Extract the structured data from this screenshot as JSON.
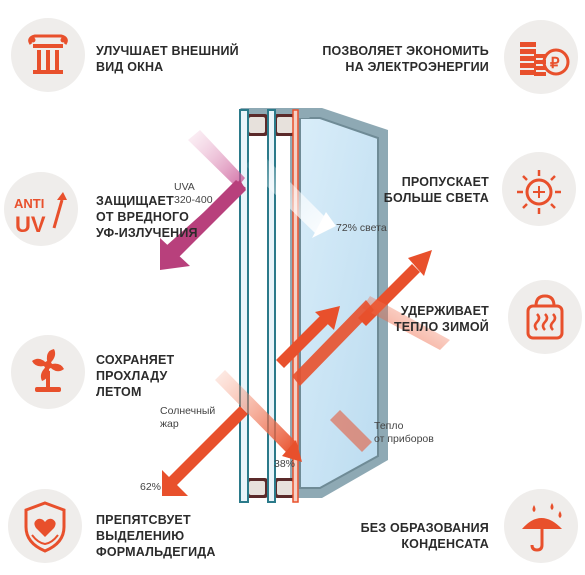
{
  "features_left": [
    {
      "name": "improves-appearance",
      "line1": "УЛУЧШАЕТ ВНЕШНИЙ",
      "line2": "ВИД ОКНА",
      "line3": "",
      "icon": "column-icon"
    },
    {
      "name": "uv-protection",
      "line1": "ЗАЩИЩАЕТ",
      "line2": "ОТ ВРЕДНОГО",
      "line3": "УФ-ИЗЛУЧЕНИЯ",
      "icon": "anti-uv-icon"
    },
    {
      "name": "keeps-cool",
      "line1": "СОХРАНЯЕТ",
      "line2": "ПРОХЛАДУ",
      "line3": "ЛЕТОМ",
      "icon": "fan-icon"
    },
    {
      "name": "formaldehyde",
      "line1": "ПРЕПЯТСВУЕТ",
      "line2": "ВЫДЕЛЕНИЮ",
      "line3": "ФОРМАЛЬДЕГИДА",
      "icon": "shield-heart-icon"
    }
  ],
  "features_right": [
    {
      "name": "saves-energy",
      "line1": "ПОЗВОЛЯЕТ ЭКОНОМИТЬ",
      "line2": "НА ЭЛЕКТРОЭНЕРГИИ",
      "icon": "coins-ruble-icon"
    },
    {
      "name": "more-light",
      "line1": "ПРОПУСКАЕТ",
      "line2": "БОЛЬШЕ СВЕТА",
      "icon": "sun-icon"
    },
    {
      "name": "keeps-warm",
      "line1": "УДЕРЖИВАЕТ",
      "line2": "ТЕПЛО ЗИМОЙ",
      "icon": "heat-bag-icon"
    },
    {
      "name": "no-condensation",
      "line1": "БЕЗ ОБРАЗОВАНИЯ",
      "line2": "КОНДЕНСАТА",
      "icon": "umbrella-rain-icon"
    }
  ],
  "anti_uv_icon": {
    "top": "ANTI",
    "bottom": "UV"
  },
  "labels": {
    "uva_line1": "UVA",
    "uva_line2": "320-400",
    "light": "72% света",
    "sun_heat_line1": "Солнечный",
    "sun_heat_line2": "жар",
    "pct_38": "38%",
    "pct_62": "62%",
    "heat_line1": "Тепло",
    "heat_line2": "от приборов"
  },
  "colors": {
    "accent": "#e8502c",
    "uv_arrow": "#b8407c",
    "icon_bg": "#efedeb",
    "glass": "#cfe6f5",
    "frame": "#7f9ba6",
    "text": "#2b2b2b"
  }
}
